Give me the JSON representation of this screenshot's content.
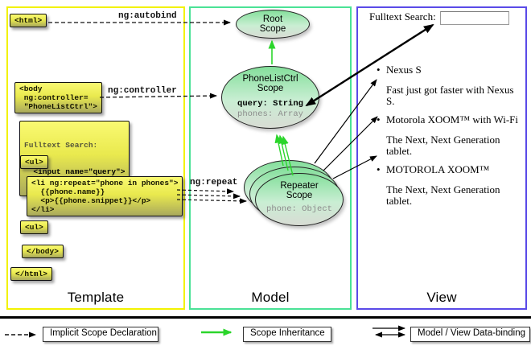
{
  "columns": {
    "template": "Template",
    "model": "Model",
    "view": "View"
  },
  "labels": {
    "ng_autobind": "ng:autobind",
    "ng_controller": "ng:controller",
    "ng_repeat": "ng:repeat"
  },
  "template": {
    "html_open": "<html>",
    "body_open": "<body\n ng:controller=\n \"PhoneListCtrl\">",
    "fulltext_line1": "Fulltext Search:",
    "fulltext_line2": "  <input name=\"query\">",
    "ul_open": "<ul>",
    "li_repeat": "<li ng:repeat=\"phone in phones\">\n  {{phone.name}}\n  <p>{{phone.snippet}}</p>\n</li>",
    "ul_close": "<ul>",
    "body_close": "</body>",
    "html_close": "</html>"
  },
  "model": {
    "root": {
      "title": "Root\nScope"
    },
    "phonelist": {
      "title": "PhoneListCtrl\nScope",
      "prop_query": "query: String",
      "prop_phones": "phones: Array"
    },
    "repeater": {
      "title": "Repeater\nScope",
      "prop_phone": "phone: Object"
    }
  },
  "view": {
    "search_label": "Fulltext Search:",
    "items": [
      {
        "name": "Nexus S",
        "desc": "Fast just got faster with Nexus S."
      },
      {
        "name": "Motorola XOOM™ with Wi-Fi",
        "desc": "The Next, Next Generation tablet."
      },
      {
        "name": "MOTOROLA XOOM™",
        "desc": "The Next, Next Generation tablet."
      }
    ]
  },
  "legend": {
    "implicit": "Implicit Scope Declaration",
    "inheritance": "Scope Inheritance",
    "databinding": "Model / View Data-binding"
  },
  "colors": {
    "template_border": "#f2f200",
    "model_border": "#4ae296",
    "view_border": "#5a4ae8",
    "arrow_green": "#2bd52b",
    "box_yellow_top": "#fafa72",
    "box_yellow_bottom": "#a9a95c",
    "ellipse_green_top": "#84df9b",
    "ellipse_gray_bottom": "#d8dcd4"
  }
}
